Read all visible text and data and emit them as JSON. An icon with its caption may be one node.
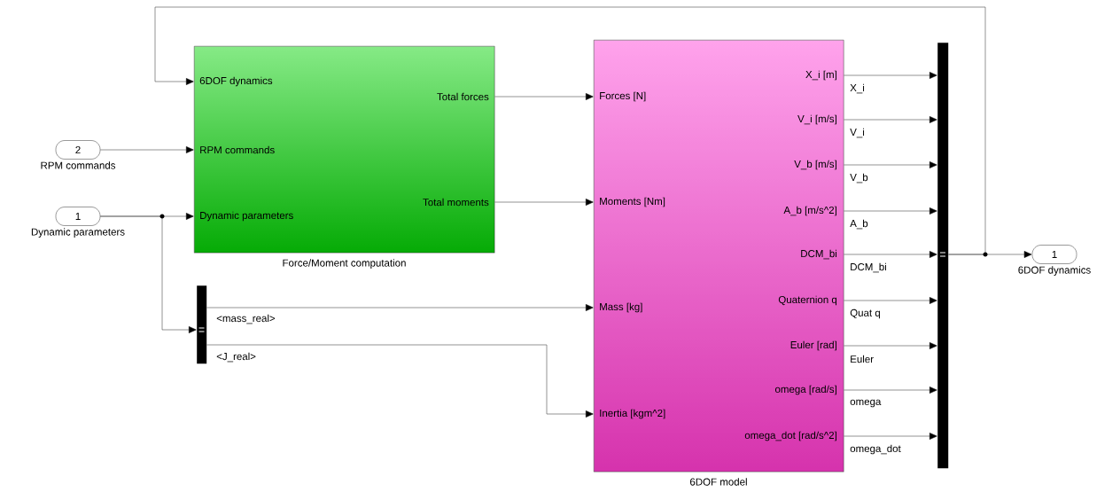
{
  "diagram": {
    "nodes": [
      {
        "text": [
          "2"
        ],
        "beside": [
          "RPM commands"
        ]
      },
      {
        "text": [
          "1"
        ],
        "beside": [
          "Dynamic parameters"
        ]
      },
      {
        "text": [
          "6DOF dynamics",
          "RPM commands",
          "Dynamic parameters",
          "Total forces",
          "Total moments"
        ],
        "beside": [
          "Force/Moment computation"
        ]
      },
      {
        "text": [],
        "shape": "bar"
      },
      {
        "text": [
          "Forces [N]",
          "Moments [Nm]",
          "Mass [kg]",
          "Inertia [kgm^2]",
          "X_i [m]",
          "V_i [m/s]",
          "V_b [m/s]",
          "A_b [m/s^2]",
          "DCM_bi",
          "Quaternion q",
          "Euler [rad]",
          "omega [rad/s]",
          "omega_dot [rad/s^2]"
        ],
        "beside": [
          "6DOF model"
        ]
      },
      {
        "text": [],
        "shape": "bar"
      },
      {
        "text": [
          "1"
        ],
        "beside": [
          "6DOF dynamics"
        ]
      }
    ],
    "edges": [
      {
        "from": 0,
        "to": 2,
        "arrow": "to"
      },
      {
        "from": 1,
        "to": 2,
        "arrow": "to"
      },
      {
        "from": 1,
        "to": 3,
        "arrow": "to"
      },
      {
        "from": 2,
        "to": 4,
        "arrow": "to"
      },
      {
        "from": 2,
        "to": 4,
        "arrow": "to"
      },
      {
        "from": 3,
        "to": 4,
        "arrow": "to",
        "label": "<mass_real>"
      },
      {
        "from": 3,
        "to": 4,
        "arrow": "to",
        "label": "<J_real>"
      },
      {
        "from": 4,
        "to": 5,
        "arrow": "to",
        "label": "X_i"
      },
      {
        "from": 4,
        "to": 5,
        "arrow": "to",
        "label": "V_i"
      },
      {
        "from": 4,
        "to": 5,
        "arrow": "to",
        "label": "V_b"
      },
      {
        "from": 4,
        "to": 5,
        "arrow": "to",
        "label": "A_b"
      },
      {
        "from": 4,
        "to": 5,
        "arrow": "to",
        "label": "DCM_bi"
      },
      {
        "from": 4,
        "to": 5,
        "arrow": "to",
        "label": "Quat q"
      },
      {
        "from": 4,
        "to": 5,
        "arrow": "to",
        "label": "Euler"
      },
      {
        "from": 4,
        "to": 5,
        "arrow": "to",
        "label": "omega"
      },
      {
        "from": 4,
        "to": 5,
        "arrow": "to",
        "label": "omega_dot"
      },
      {
        "from": 5,
        "to": 6,
        "arrow": "to"
      },
      {
        "from": 5,
        "to": 2,
        "arrow": "to"
      }
    ]
  }
}
